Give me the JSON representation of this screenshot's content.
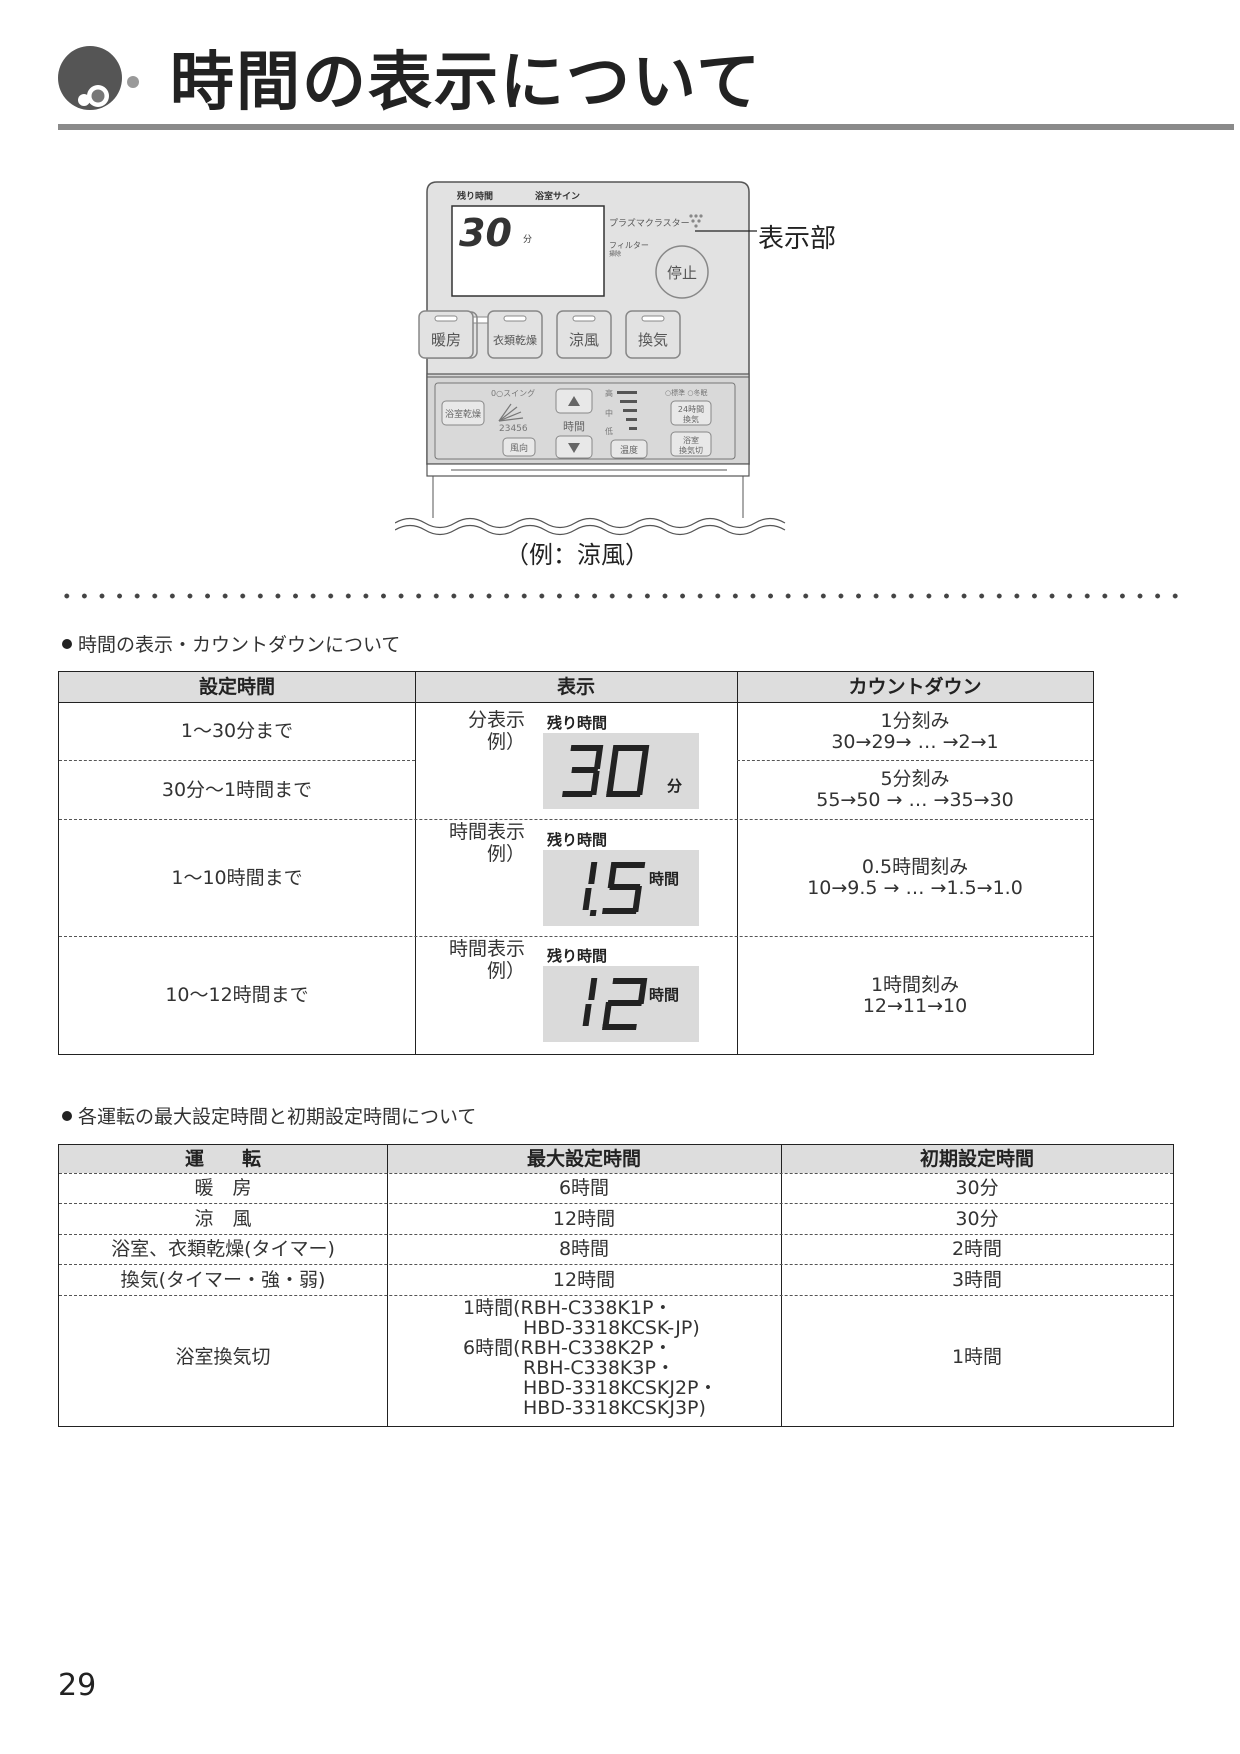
{
  "page": {
    "title": "時間の表示について",
    "page_number": "29"
  },
  "remote": {
    "remaining_time_label": "残り時間",
    "bath_sign_label": "浴室サイン",
    "lcd_value": "30",
    "lcd_unit": "分",
    "plasma_label": "プラズマクラスター",
    "filter_label": "フィルター",
    "filter_sub": "掃除",
    "stop_button": "停止",
    "mode_buttons": [
      "暖房",
      "衣類乾燥",
      "涼風",
      "換気"
    ],
    "bath_dry_button": "浴室乾燥",
    "swing_label": "0○スイング",
    "swing_numbers": "23456",
    "wind_dir_button": "風向",
    "time_label": "時間",
    "temp_high": "高",
    "temp_mid": "中",
    "temp_low": "低",
    "temp_button": "温度",
    "std_label": "○標準 ○冬眠",
    "vent24_button_line1": "24時間",
    "vent24_button_line2": "換気",
    "bath_vent_off_line1": "浴室",
    "bath_vent_off_line2": "換気切",
    "display_callout": "表示部",
    "example_caption": "（例：涼風）"
  },
  "section1": {
    "bullet": "時間の表示・カウントダウンについて",
    "headers": [
      "設定時間",
      "表示",
      "カウントダウン"
    ],
    "rows": [
      {
        "setting": "1〜30分まで",
        "countdown_step": "1分刻み",
        "countdown_seq": "30→29→ … →2→1"
      },
      {
        "setting": "30分〜1時間まで",
        "countdown_step": "5分刻み",
        "countdown_seq": "55→50 → … →35→30"
      },
      {
        "setting": "1〜10時間まで",
        "countdown_step": "0.5時間刻み",
        "countdown_seq": "10→9.5 → … →1.5→1.0"
      },
      {
        "setting": "10〜12時間まで",
        "countdown_step": "1時間刻み",
        "countdown_seq": "12→11→10"
      }
    ],
    "examples": [
      {
        "label_line1": "分表示",
        "label_line2": "例）",
        "remain": "残り時間",
        "digits": "30",
        "unit": "分"
      },
      {
        "label_line1": "時間表示",
        "label_line2": "例）",
        "remain": "残り時間",
        "digits": "1.5",
        "unit": "時間"
      },
      {
        "label_line1": "時間表示",
        "label_line2": "例）",
        "remain": "残り時間",
        "digits": "12",
        "unit": "時間"
      }
    ]
  },
  "section2": {
    "bullet": "各運転の最大設定時間と初期設定時間について",
    "headers": [
      "運　　転",
      "最大設定時間",
      "初期設定時間"
    ],
    "rows": [
      {
        "mode": "暖　房",
        "max": "6時間",
        "initial": "30分"
      },
      {
        "mode": "涼　風",
        "max": "12時間",
        "initial": "30分"
      },
      {
        "mode": "浴室、衣類乾燥(タイマー)",
        "max": "8時間",
        "initial": "2時間"
      },
      {
        "mode": "換気(タイマー・強・弱)",
        "max": "12時間",
        "initial": "3時間"
      }
    ],
    "last_row": {
      "mode": "浴室換気切",
      "max_lines": [
        "1時間(RBH-C338K1P・",
        "HBD-3318KCSK-JP)",
        "6時間(RBH-C338K2P・",
        "RBH-C338K3P・",
        "HBD-3318KCSKJ2P・",
        "HBD-3318KCSKJ3P)"
      ],
      "initial": "1時間"
    }
  }
}
